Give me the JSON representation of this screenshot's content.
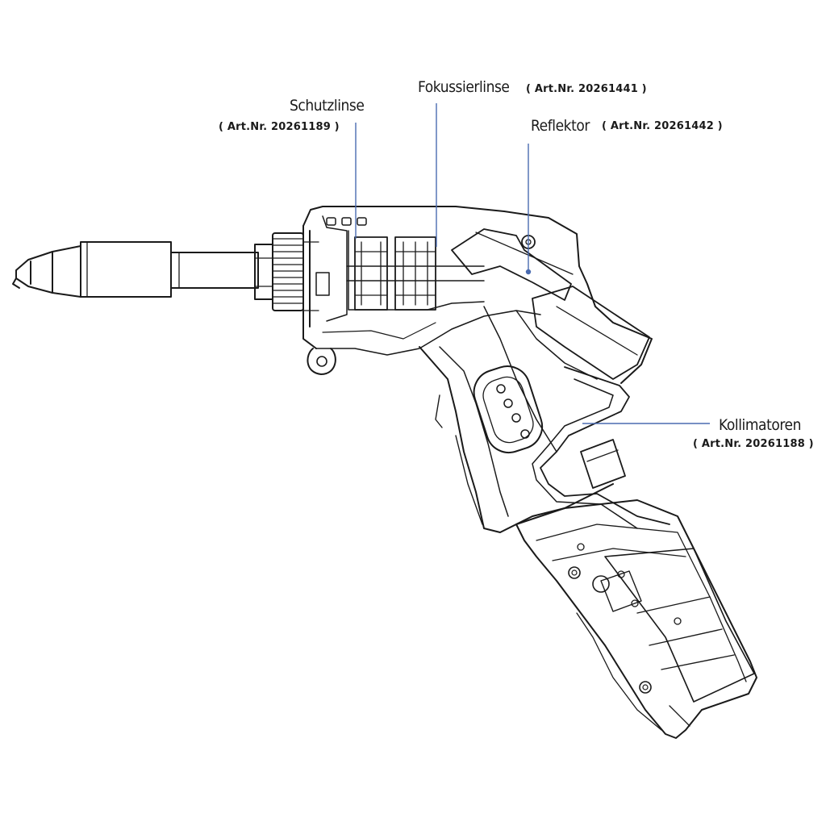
{
  "labels": {
    "schutzlinse": {
      "name": "Schutzlinse",
      "art": "( Art.Nr. 20261189 )"
    },
    "fokussierlinse": {
      "name": "Fokussierlinse",
      "art": "( Art.Nr. 20261441 )"
    },
    "reflektor": {
      "name": "Reflektor",
      "art": "( Art.Nr. 20261442 )"
    },
    "kollimatoren": {
      "name": "Kollimatoren",
      "art": "( Art.Nr. 20261188 )"
    }
  },
  "colors": {
    "outline": "#1a1a1a",
    "leader": "#4a6bb0",
    "background": "#ffffff"
  },
  "icons": [
    "laser-welding-gun-drawing"
  ]
}
